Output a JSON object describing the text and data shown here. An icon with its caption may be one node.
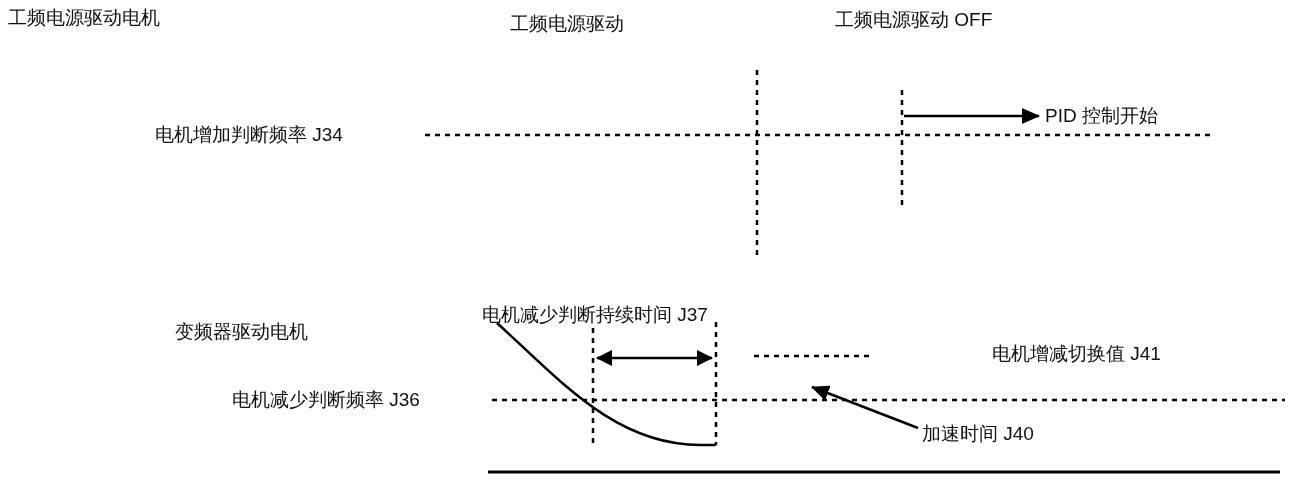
{
  "diagram": {
    "nodes": [
      {
        "text": [
          "PID 控制开始"
        ]
      },
      {
        "text": [
          "加速时间 J40"
        ]
      }
    ],
    "edges": [
      {
        "from": null,
        "to": 0,
        "arrow": "to"
      },
      {
        "from": 1,
        "to": null,
        "arrow": "to"
      }
    ],
    "labels": [
      "工频电源驱动电机",
      "工频电源驱动",
      "工频电源驱动 OFF",
      "电机增加判断频率 J34",
      "变频器驱动电机",
      "电机减少判断持续时间 J37",
      "电机增减切换值 J41",
      "电机减少判断频率 J36"
    ]
  }
}
